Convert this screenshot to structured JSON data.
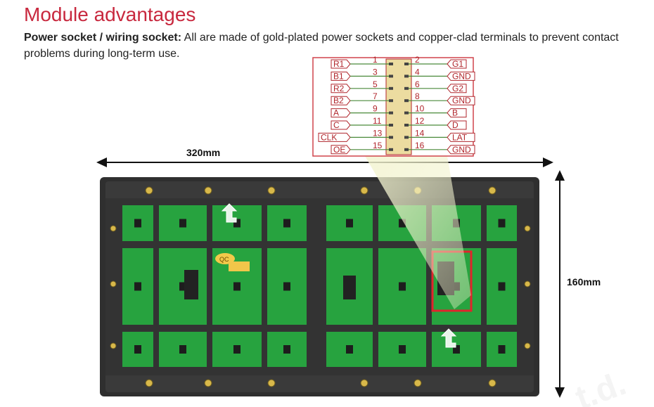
{
  "heading": "Module advantages",
  "paragraph": {
    "bold": "Power socket / wiring socket:",
    "text": " All are made of gold-plated power sockets and copper-clad terminals to prevent contact problems during long-term use."
  },
  "dimensions": {
    "width_label": "320mm",
    "height_label": "160mm"
  },
  "connector": {
    "left_signals": [
      "R1",
      "B1",
      "R2",
      "B2",
      "A",
      "C",
      "CLK",
      "OE"
    ],
    "left_pins": [
      "1",
      "3",
      "5",
      "7",
      "9",
      "11",
      "13",
      "15"
    ],
    "right_pins": [
      "2",
      "4",
      "6",
      "8",
      "10",
      "12",
      "14",
      "16"
    ],
    "right_signals": [
      "G1",
      "GND",
      "G2",
      "GND",
      "B",
      "D",
      "LAT",
      "GND"
    ]
  },
  "board": {
    "qc_label": "QC"
  },
  "colors": {
    "heading": "#c8283e",
    "pcb": "#27a33f",
    "frame": "#2a2a2a",
    "highlight": "#e0242c",
    "connector_line": "#4a8a3a",
    "pin_text": "#b0262c"
  }
}
